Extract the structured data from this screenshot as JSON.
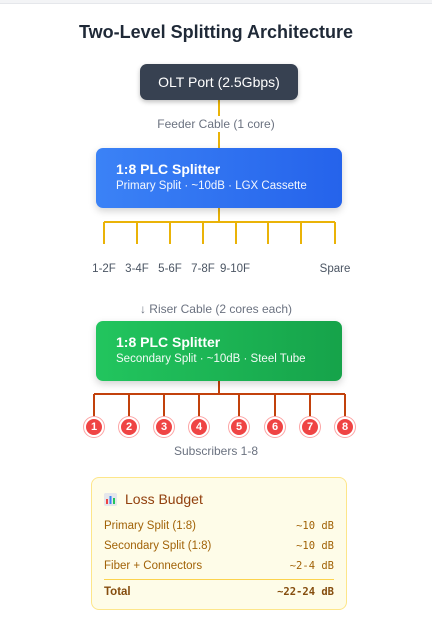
{
  "title": "Two-Level Splitting Architecture",
  "olt": {
    "label": "OLT Port (2.5Gbps)"
  },
  "feeder": {
    "label": "Feeder Cable (1 core)"
  },
  "primary": {
    "title": "1:8 PLC Splitter",
    "subtitle": "Primary Split · ~10dB · LGX Cassette",
    "ports": [
      "1-2F",
      "3-4F",
      "5-6F",
      "7-8F",
      "9-10F",
      "",
      "",
      "Spare"
    ]
  },
  "riser": {
    "label": "↓ Riser Cable (2 cores each)"
  },
  "secondary": {
    "title": "1:8 PLC Splitter",
    "subtitle": "Secondary Split · ~10dB · Steel Tube"
  },
  "subscribers": {
    "numbers": [
      "1",
      "2",
      "3",
      "4",
      "5",
      "6",
      "7",
      "8"
    ],
    "label": "Subscribers 1-8"
  },
  "budget": {
    "heading": "Loss Budget",
    "icon": "bar-chart-icon",
    "rows": [
      {
        "label": "Primary Split (1:8)",
        "value": "~10 dB"
      },
      {
        "label": "Secondary Split (1:8)",
        "value": "~10 dB"
      },
      {
        "label": "Fiber + Connectors",
        "value": "~2-4 dB"
      }
    ],
    "total": {
      "label": "Total",
      "value": "~22-24 dB"
    }
  },
  "colors": {
    "olt": "#374151",
    "primary": "#2563eb",
    "secondary": "#16a34a",
    "feeder_wire": "#eab308",
    "drop_wire": "#c2410c",
    "subscriber": "#ef4444",
    "budget_bg": "#fefce8"
  }
}
